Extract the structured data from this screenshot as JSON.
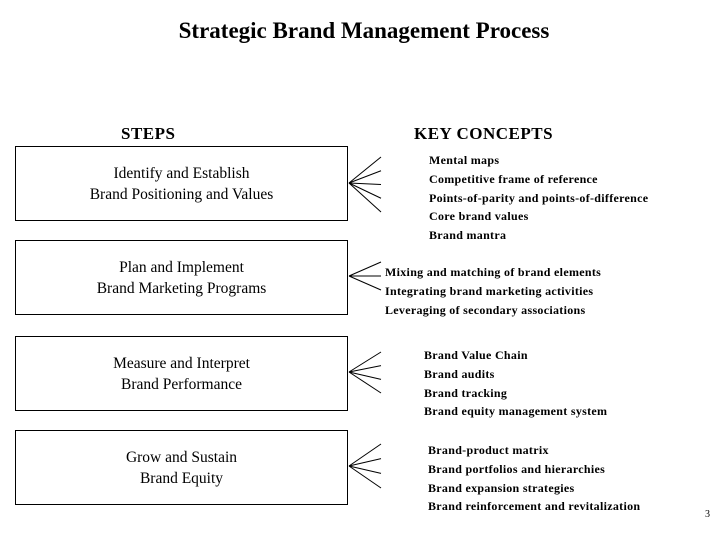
{
  "title": "Strategic Brand Management Process",
  "steps_heading": "STEPS",
  "concepts_heading": "KEY CONCEPTS",
  "steps": [
    {
      "lines": [
        "Identify and Establish",
        "Brand Positioning and Values"
      ],
      "concepts": [
        "Mental maps",
        "Competitive frame of reference",
        "Points-of-parity and points-of-difference",
        "Core brand values",
        "Brand mantra"
      ]
    },
    {
      "lines": [
        "Plan and Implement",
        "Brand Marketing Programs"
      ],
      "concepts": [
        "Mixing and matching of brand elements",
        "Integrating brand marketing activities",
        "Leveraging of secondary associations"
      ]
    },
    {
      "lines": [
        "Measure and Interpret",
        "Brand Performance"
      ],
      "concepts": [
        "Brand Value Chain",
        "Brand audits",
        "Brand tracking",
        "Brand equity management system"
      ]
    },
    {
      "lines": [
        "Grow and Sustain",
        "Brand Equity"
      ],
      "concepts": [
        "Brand-product matrix",
        "Brand portfolios and hierarchies",
        "Brand expansion strategies",
        "Brand reinforcement and revitalization"
      ]
    }
  ],
  "page_number": "3"
}
